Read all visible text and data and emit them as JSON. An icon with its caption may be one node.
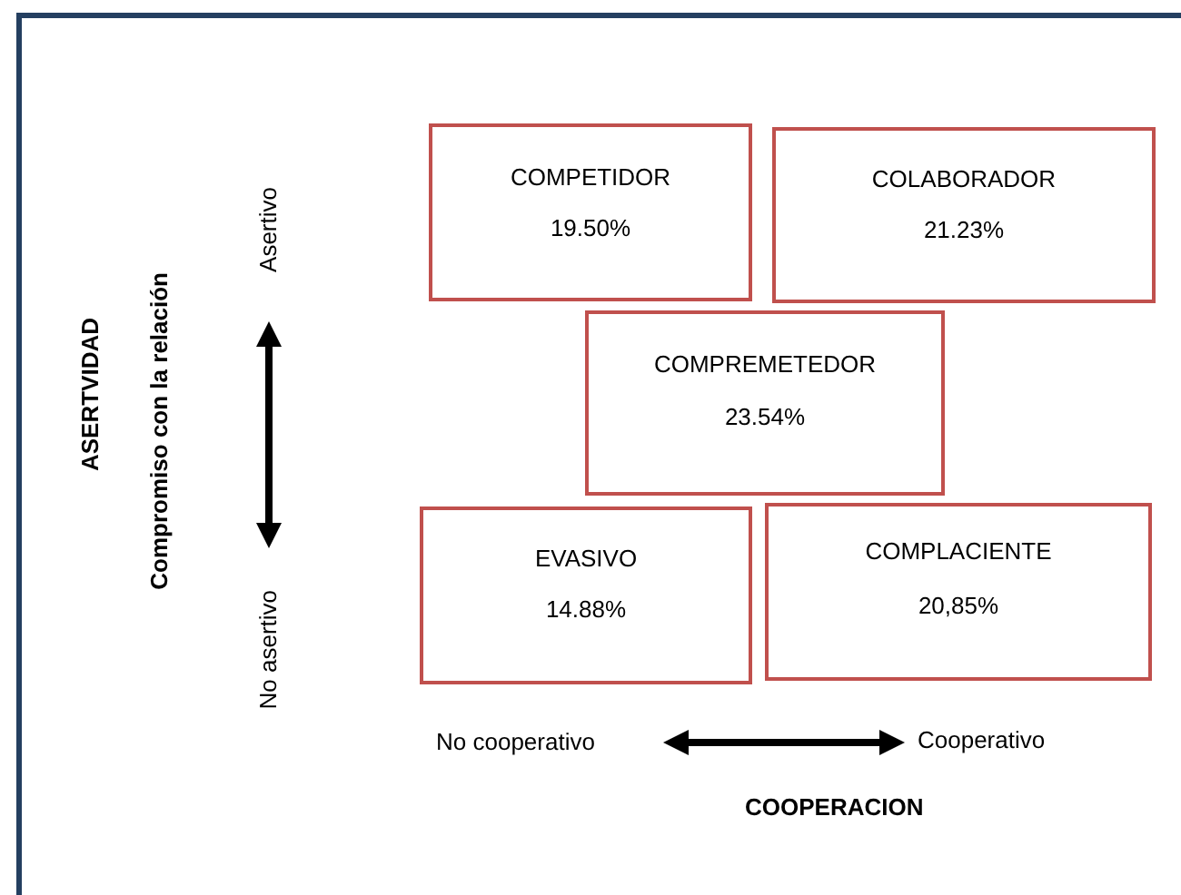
{
  "diagram": {
    "nodes": [
      {
        "text": [
          "COMPETIDOR",
          "19.50%"
        ]
      },
      {
        "text": [
          "COLABORADOR",
          "21.23%"
        ]
      },
      {
        "text": [
          "COMPREMETEDOR",
          "23.54%"
        ]
      },
      {
        "text": [
          "EVASIVO",
          "14.88%"
        ]
      },
      {
        "text": [
          "COMPLACIENTE",
          "20,85%"
        ]
      }
    ],
    "labels": [
      "ASERTVIDAD",
      "Compromiso con la relación",
      "Asertivo",
      "No asertivo",
      "No cooperativo",
      "Cooperativo",
      "COOPERACION"
    ]
  }
}
